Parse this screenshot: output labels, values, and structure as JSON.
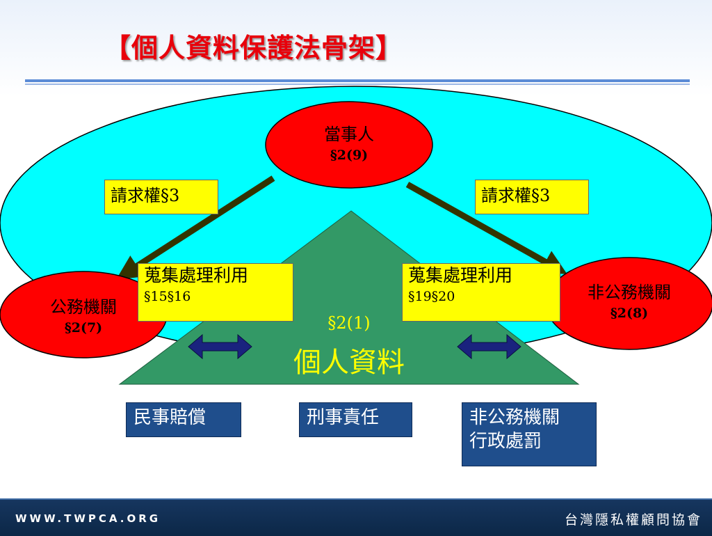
{
  "title": "【個人資料保護法骨架】",
  "nodes": {
    "subject": {
      "name": "當事人",
      "ref": "§2(9)"
    },
    "public_agency": {
      "name": "公務機關",
      "ref": "§2(7)"
    },
    "private_agency": {
      "name": "非公務機關",
      "ref": "§2(8)"
    }
  },
  "rights_left": "請求權§3",
  "rights_right": "請求權§3",
  "collect_left": {
    "label": "蒐集處理利用",
    "ref": "§15§16"
  },
  "collect_right": {
    "label": "蒐集處理利用",
    "ref": "§19§20"
  },
  "center": {
    "ref": "§2(1)",
    "label": "個人資料"
  },
  "liabilities": {
    "civil": "民事賠償",
    "criminal": "刑事責任",
    "admin_line1": "非公務機關",
    "admin_line2": "行政處罰"
  },
  "footer": {
    "url": "WWW.TWPCA.ORG",
    "org": "台灣隱私權顧問協會"
  },
  "colors": {
    "title": "#e8000b",
    "ellipse": "#00ffff",
    "node": "#ff0000",
    "triangle": "#339966",
    "highlight": "#ffff00",
    "liability_box": "#1f4e8c",
    "arrow_dark": "#333300",
    "arrow_blue": "#1a237e"
  }
}
